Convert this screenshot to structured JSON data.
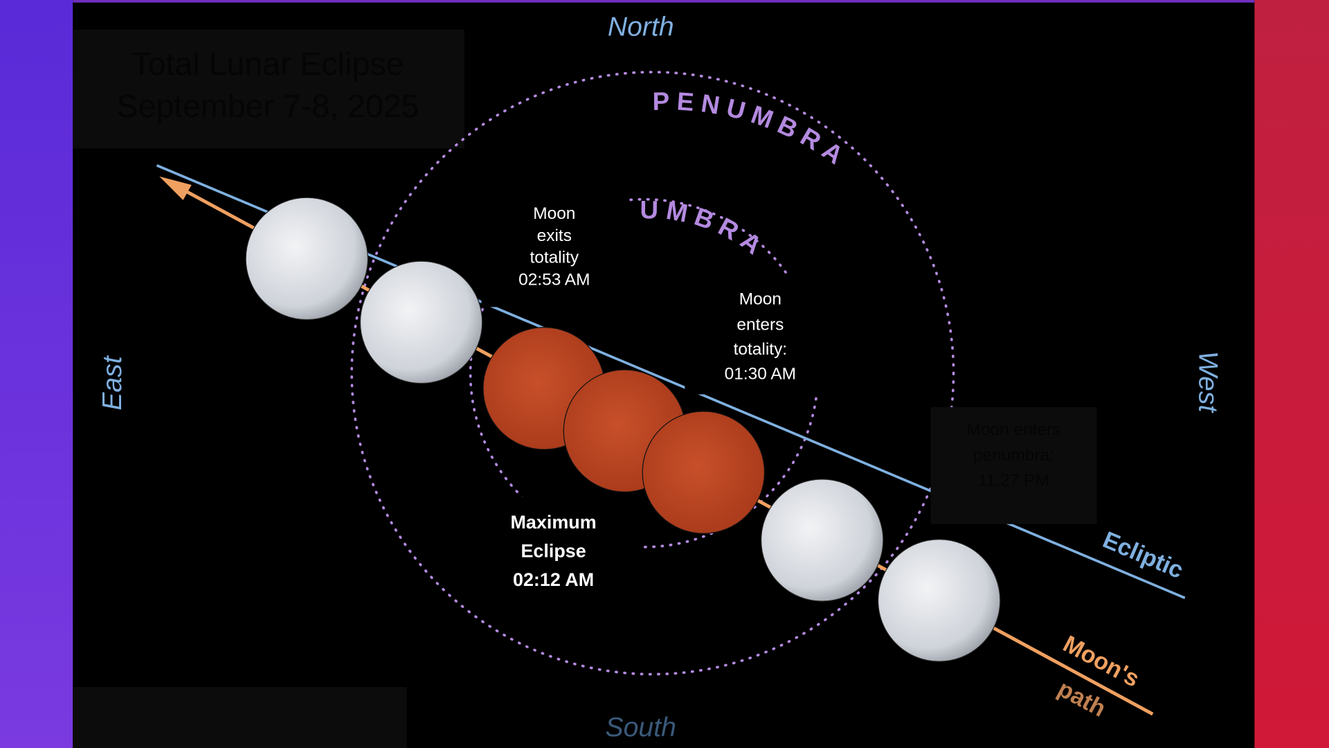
{
  "title": {
    "line1": "Total Lunar Eclipse",
    "line2": "September 7-8, 2025"
  },
  "directions": {
    "north": "North",
    "south": "South",
    "east": "East",
    "west": "West"
  },
  "regions": {
    "penumbra": "PENUMBRA",
    "umbra": "UMBRA"
  },
  "lines": {
    "ecliptic": "Ecliptic",
    "moon_path_1": "Moon's",
    "moon_path_2": "path"
  },
  "events": {
    "exits_totality": {
      "l1": "Moon",
      "l2": "exits",
      "l3": "totality",
      "time": "02:53 AM"
    },
    "enters_totality": {
      "l1": "Moon",
      "l2": "enters",
      "l3": "totality:",
      "time": "01:30 AM"
    },
    "maximum": {
      "l1": "Maximum",
      "l2": "Eclipse",
      "time": "02:12 AM"
    },
    "enters_penumbra": {
      "l1": "Moon enters",
      "l2": "penumbra:",
      "time": "11:27 PM"
    }
  },
  "colors": {
    "ecliptic": "#7fb0e0",
    "moon_path": "#f0a060",
    "penumbra": "#b48ae0",
    "eclipsed_moon": "#b8401e",
    "full_moon": "#e4e6ea",
    "direction_label": "#7fb0e0"
  }
}
